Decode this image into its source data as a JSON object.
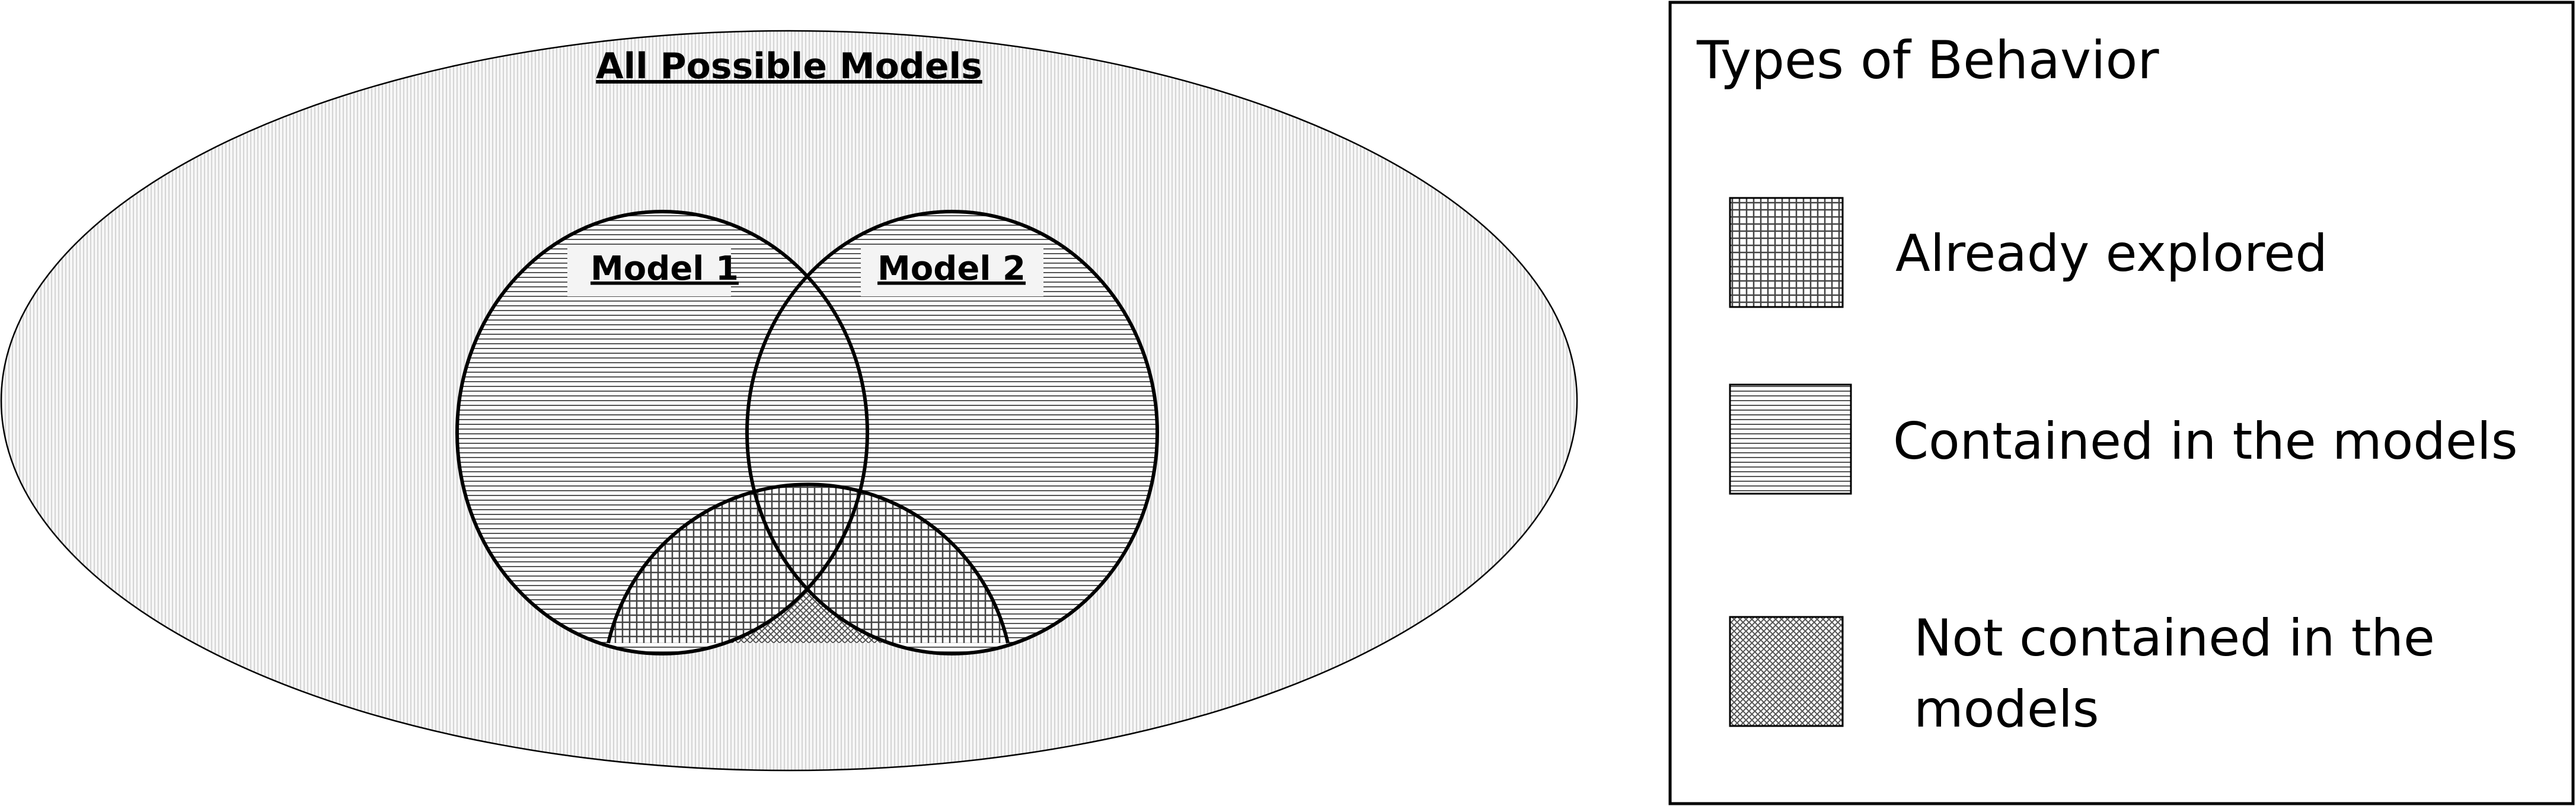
{
  "diagram": {
    "universe_label": "All Possible Models",
    "model_1_label": "Model 1",
    "model_2_label": "Model 2"
  },
  "legend": {
    "title": "Types of Behavior",
    "items": [
      {
        "label": "Already explored",
        "pattern": "crosshatch"
      },
      {
        "label": "Contained in the models",
        "pattern": "horizontal-lines"
      },
      {
        "label_line1": "Not contained in the",
        "label_line2": "models",
        "pattern": "diagonal-crosshatch"
      }
    ]
  },
  "colors": {
    "stroke": "#000000",
    "universe_fill": "#f3f3f3",
    "background": "#ffffff"
  }
}
